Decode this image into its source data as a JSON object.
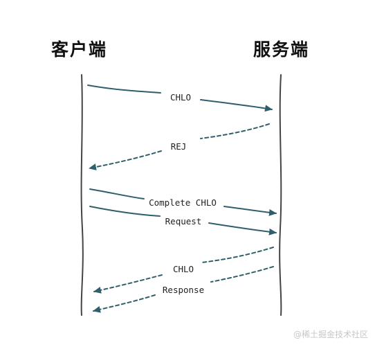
{
  "client_label": "客户端",
  "server_label": "服务端",
  "messages": [
    {
      "label": "CHLO",
      "direction": "client-to-server",
      "style": "solid"
    },
    {
      "label": "REJ",
      "direction": "server-to-client",
      "style": "dashed"
    },
    {
      "label": "Complete CHLO",
      "direction": "client-to-server",
      "style": "solid"
    },
    {
      "label": "Request",
      "direction": "client-to-server",
      "style": "solid"
    },
    {
      "label": "CHLO",
      "direction": "server-to-client",
      "style": "dashed"
    },
    {
      "label": "Response",
      "direction": "server-to-client",
      "style": "dashed"
    }
  ],
  "colors": {
    "arrow": "#2f5f6b",
    "lifeline": "#444444",
    "text": "#222222"
  },
  "watermark": "@稀土掘金技术社区"
}
